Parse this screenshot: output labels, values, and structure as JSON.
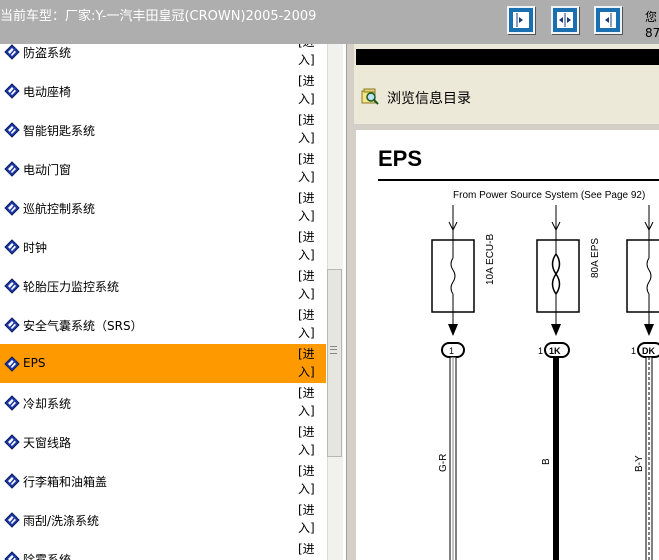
{
  "header": {
    "title": "当前车型：厂家:Y-一汽丰田皇冠(CROWN)2005-2009",
    "right_text_line1": "您",
    "right_text_line2": "87",
    "buttons": [
      "show-left-panel",
      "show-both-panels",
      "show-right-panel"
    ]
  },
  "sidebar": {
    "enter_line1": "[进",
    "enter_line2": "入]",
    "items": [
      {
        "label": "防盗系统"
      },
      {
        "label": "电动座椅"
      },
      {
        "label": "智能钥匙系统"
      },
      {
        "label": "电动门窗"
      },
      {
        "label": "巡航控制系统"
      },
      {
        "label": "时钟"
      },
      {
        "label": "轮胎压力监控系统"
      },
      {
        "label": "安全气囊系统（SRS）"
      },
      {
        "label": "EPS",
        "selected": true
      },
      {
        "label": "冷却系统"
      },
      {
        "label": "天窗线路"
      },
      {
        "label": "行李箱和油箱盖"
      },
      {
        "label": "雨刮/洗涤系统"
      },
      {
        "label": "除雾系统"
      }
    ]
  },
  "viewer": {
    "browse_label": "浏览信息目录",
    "doc": {
      "title": "EPS",
      "source_note": "From Power Source System (See Page 92)",
      "fuses": [
        {
          "name": "10A ECU-B",
          "connector": "1",
          "connector_pin": "",
          "wire": "G-R"
        },
        {
          "name": "80A EPS",
          "connector": "1K",
          "connector_pin": "1",
          "wire": "B"
        },
        {
          "name": "",
          "connector": "DK",
          "connector_pin": "1",
          "wire": "B-Y"
        }
      ]
    }
  },
  "colors": {
    "topbar": "#aeaeae",
    "selected_row": "#ff9900",
    "button_blue": "#1a6fb0",
    "panel_bg": "#ece9d8"
  }
}
